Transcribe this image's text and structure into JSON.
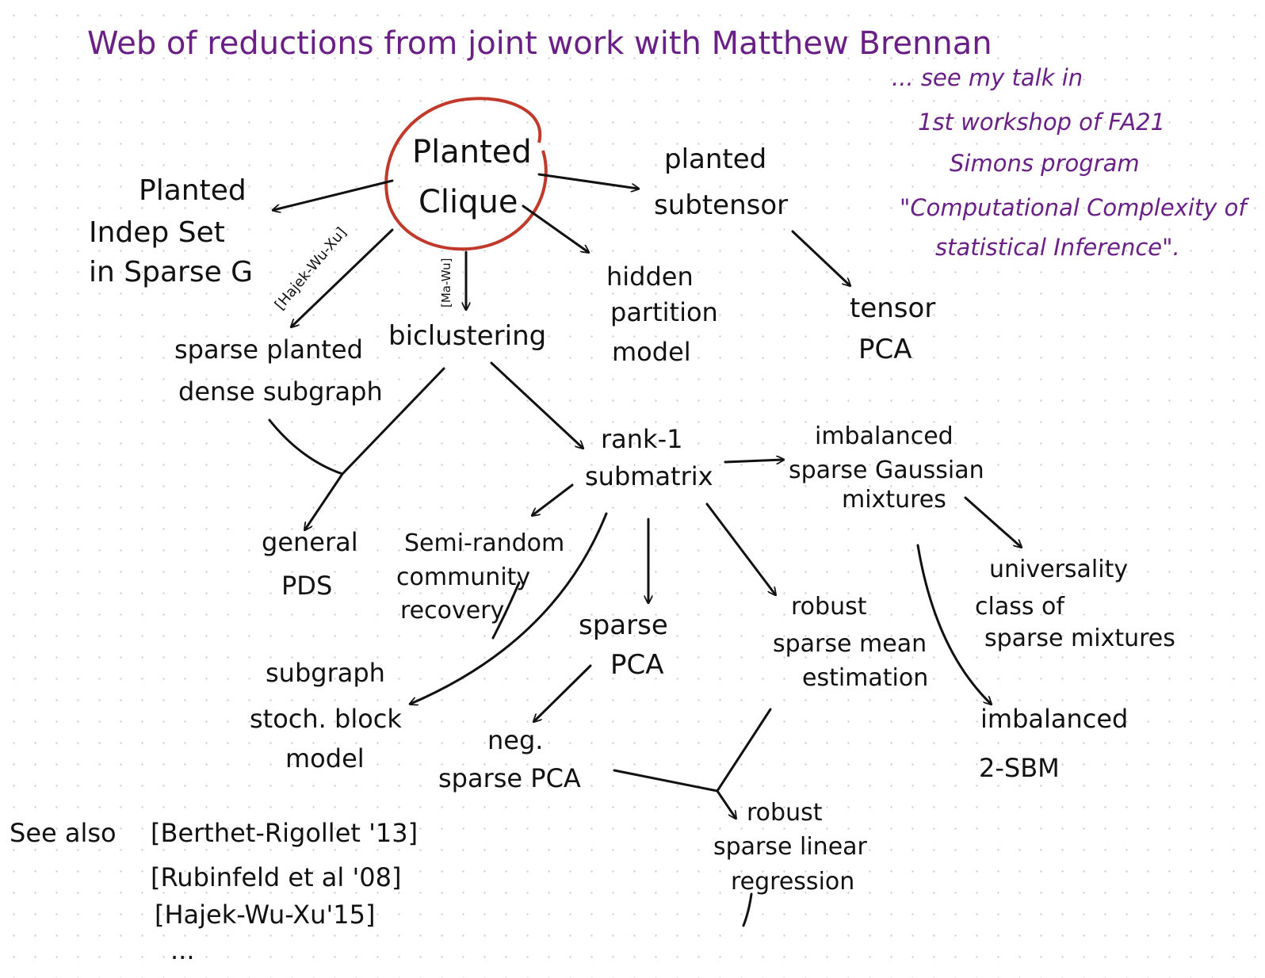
{
  "header": {
    "title": "Web of reductions from joint work with Matthew Brennan",
    "note_lines": [
      "... see my talk in",
      "1st workshop of FA21",
      "Simons program",
      "\"Computational Complexity of",
      "statistical Inference\"."
    ]
  },
  "nodes": {
    "planted_clique": [
      "Planted",
      "Clique"
    ],
    "planted_indep_set": [
      "Planted",
      "Indep Set",
      "in Sparse G"
    ],
    "planted_subtensor": [
      "planted",
      "subtensor"
    ],
    "hidden_partition": [
      "hidden",
      "partition",
      "model"
    ],
    "tensor_pca": [
      "tensor",
      "PCA"
    ],
    "sparse_pds": [
      "sparse planted",
      "dense subgraph"
    ],
    "biclustering": [
      "biclustering"
    ],
    "rank1_submatrix": [
      "rank-1",
      "submatrix"
    ],
    "imbalanced_gmm": [
      "imbalanced",
      "sparse Gaussian",
      "mixtures"
    ],
    "general_pds": [
      "general",
      "PDS"
    ],
    "semirandom_community": [
      "Semi-random",
      "community",
      "recovery"
    ],
    "sparse_pca": [
      "sparse",
      "PCA"
    ],
    "robust_sparse_mean": [
      "robust",
      "sparse mean",
      "estimation"
    ],
    "universality": [
      "universality",
      "class of",
      "sparse mixtures"
    ],
    "subgraph_sbm": [
      "subgraph",
      "stoch. block",
      "model"
    ],
    "neg_sparse_pca": [
      "neg.",
      "sparse PCA"
    ],
    "imbalanced_2sbm": [
      "imbalanced",
      "2-SBM"
    ],
    "robust_sparse_lr": [
      "robust",
      "sparse linear",
      "regression"
    ]
  },
  "edge_labels": {
    "hajek_wu_xu": "[Hajek-Wu-Xu]",
    "ma_wu": "[Ma-Wu]"
  },
  "see_also": {
    "label": "See also",
    "refs": [
      "[Berthet-Rigollet '13]",
      "[Rubinfeld et al '08]",
      "[Hajek-Wu-Xu'15]",
      "..."
    ]
  },
  "colors": {
    "ink": "#111111",
    "note": "#6a1f86",
    "circle": "#c0392b",
    "dots": "#c9c9c9"
  }
}
